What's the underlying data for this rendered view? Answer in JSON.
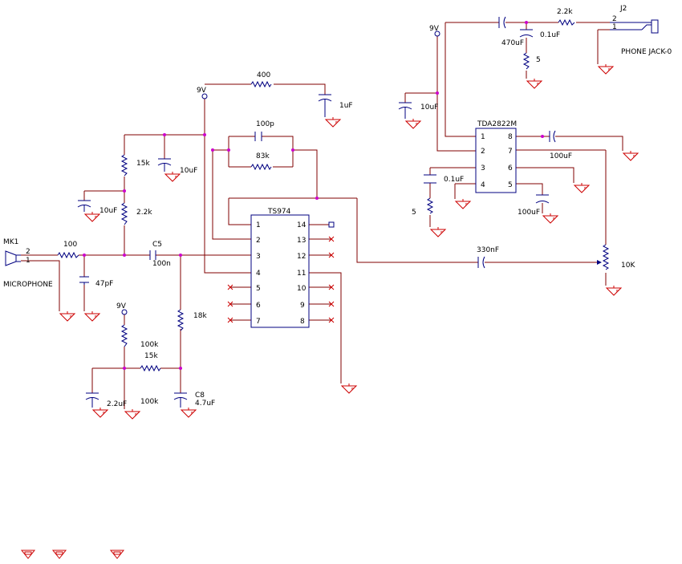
{
  "colors": {
    "wire": "#800000",
    "component": "#000080",
    "ground": "#cc0000",
    "junction": "#cc00cc",
    "no_connect": "#cc0000",
    "text": "#000000"
  },
  "labels": {
    "mk1": "MK1",
    "microphone": "MICROPHONE",
    "mk_pin2": "2",
    "mk_pin1": "1",
    "r_mic": "100",
    "c_47p": "47pF",
    "c5": "C5",
    "c5_val": "100n",
    "r_18k": "18k",
    "vcc_bias": "9V",
    "r_100k_top": "100k",
    "r_15k_bias": "15k",
    "r_100k_bot": "100k",
    "c_2u2": "2.2uF",
    "c8": "C8",
    "c8_val": "4.7uF",
    "vcc_main": "9V",
    "r_15k": "15k",
    "c_10u_a": "10uF",
    "r_2k2": "2.2k",
    "c_10u_b": "10uF",
    "r_400": "400",
    "c_1u": "1uF",
    "c_100p": "100p",
    "r_83k": "83k",
    "ts974": "TS974",
    "ts_pin1": "1",
    "ts_pin2": "2",
    "ts_pin3": "3",
    "ts_pin4": "4",
    "ts_pin5": "5",
    "ts_pin6": "6",
    "ts_pin7": "7",
    "ts_pin8": "8",
    "ts_pin9": "9",
    "ts_pin10": "10",
    "ts_pin11": "11",
    "ts_pin12": "12",
    "ts_pin13": "13",
    "ts_pin14": "14",
    "c_330n": "330nF",
    "pot_10k": "10K",
    "vcc_amp": "9V",
    "c_10u_amp": "10uF",
    "tda": "TDA2822M",
    "tda_pin1": "1",
    "tda_pin2": "2",
    "tda_pin3": "3",
    "tda_pin4": "4",
    "tda_pin5": "5",
    "tda_pin6": "6",
    "tda_pin7": "7",
    "tda_pin8": "8",
    "c_0u1_tda": "0.1uF",
    "r_5_tda": "5",
    "c_100u_pin5": "100uF",
    "c_100u_pin8": "100uF",
    "c_470u": "470uF",
    "r_2k2_out": "2.2k",
    "c_0u1_out": "0.1uF",
    "r_5_out": "5",
    "j2": "J2",
    "j2_pin2": "2",
    "j2_pin1": "1",
    "phone_jack": "PHONE JACK-0"
  }
}
